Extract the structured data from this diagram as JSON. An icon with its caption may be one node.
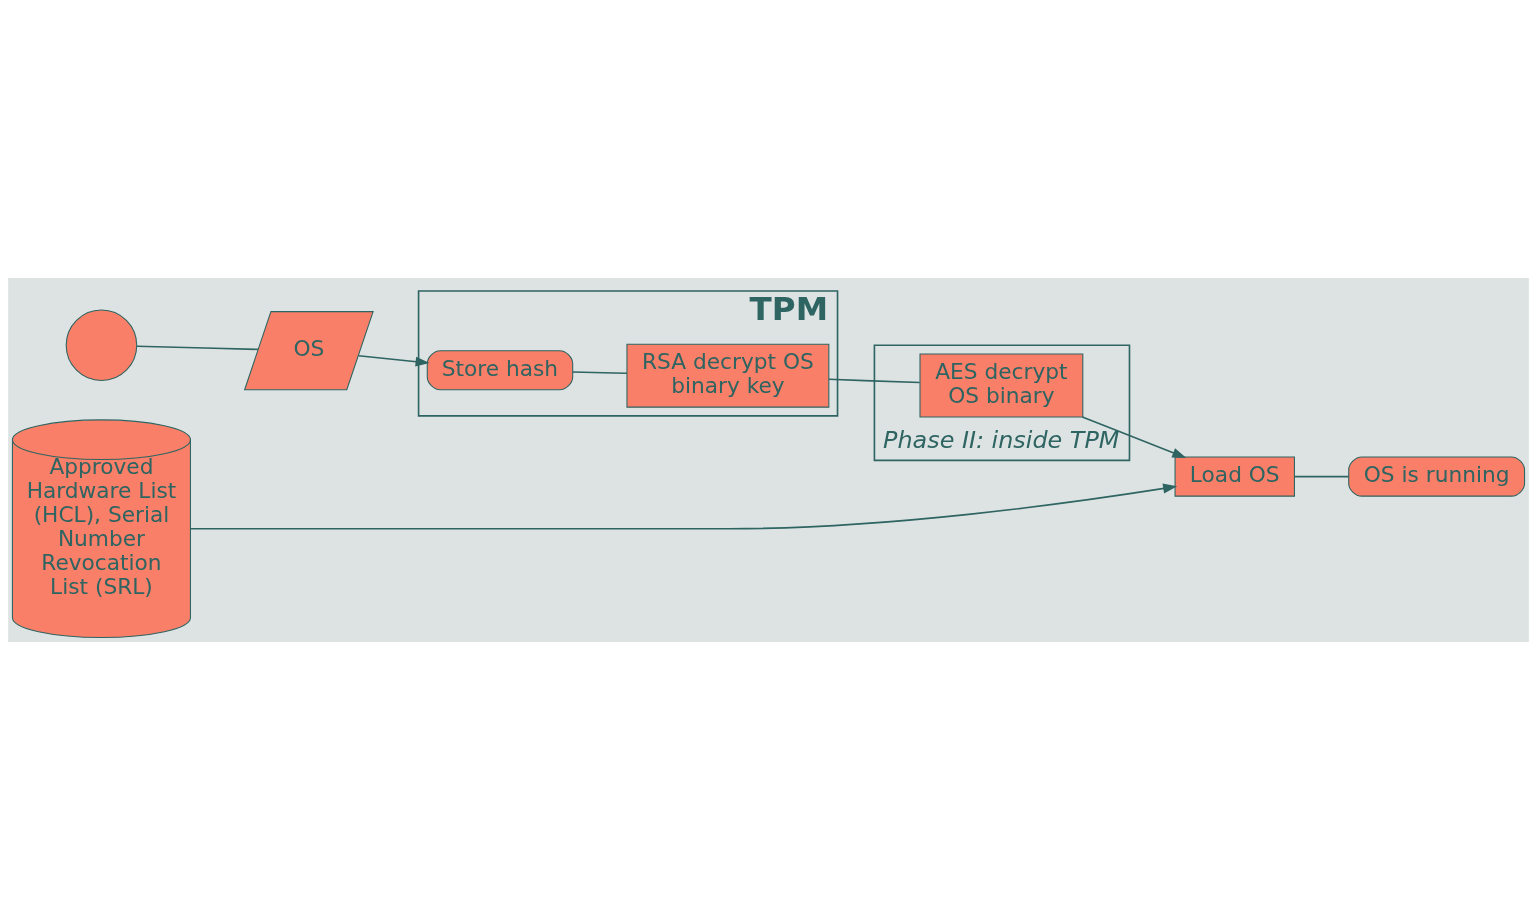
{
  "diagram": {
    "nodes": [
      {
        "text": [],
        "shape": "circle"
      },
      {
        "text": [
          "OS"
        ]
      },
      {
        "text": [
          "Approved Hardware List (HCL), Serial Number Revocation List (SRL)"
        ]
      },
      {
        "text": [
          "TPM"
        ]
      },
      {
        "text": [
          "Phase II: inside TPM"
        ]
      },
      {
        "text": [
          "Store hash"
        ],
        "in": 3
      },
      {
        "text": [
          "Load OS"
        ]
      },
      {
        "text": [
          "AES decrypt OS binary"
        ],
        "in": 4
      },
      {
        "text": [
          "RSA decrypt OS binary key"
        ],
        "in": 3
      },
      {
        "text": [
          "OS is running"
        ]
      }
    ],
    "edges": [
      {
        "from": 0,
        "to": 1,
        "arrow": "none"
      },
      {
        "from": 1,
        "to": 5,
        "arrow": "to"
      },
      {
        "from": 2,
        "to": 6,
        "arrow": "to"
      },
      {
        "from": 5,
        "to": 8,
        "arrow": "none"
      },
      {
        "from": 8,
        "to": 7,
        "arrow": "none"
      },
      {
        "from": 7,
        "to": 6,
        "arrow": "to"
      },
      {
        "from": 6,
        "to": 9,
        "arrow": "none"
      }
    ]
  }
}
